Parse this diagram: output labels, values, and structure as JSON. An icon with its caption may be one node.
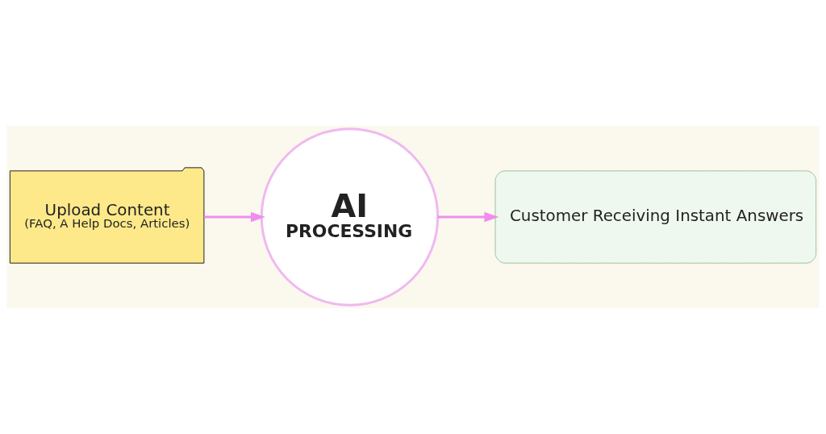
{
  "diagram": {
    "nodes": [
      {
        "text": [
          "Upload Content",
          "(FAQ, A Help Docs, Articles)"
        ]
      },
      {
        "text": [
          "AI",
          "PROCESSING"
        ]
      },
      {
        "text": [
          "Customer Receiving Instant Answers"
        ]
      }
    ],
    "edges": [
      {
        "from": 0,
        "to": 1,
        "arrow": "to"
      },
      {
        "from": 1,
        "to": 2,
        "arrow": "to"
      }
    ]
  }
}
